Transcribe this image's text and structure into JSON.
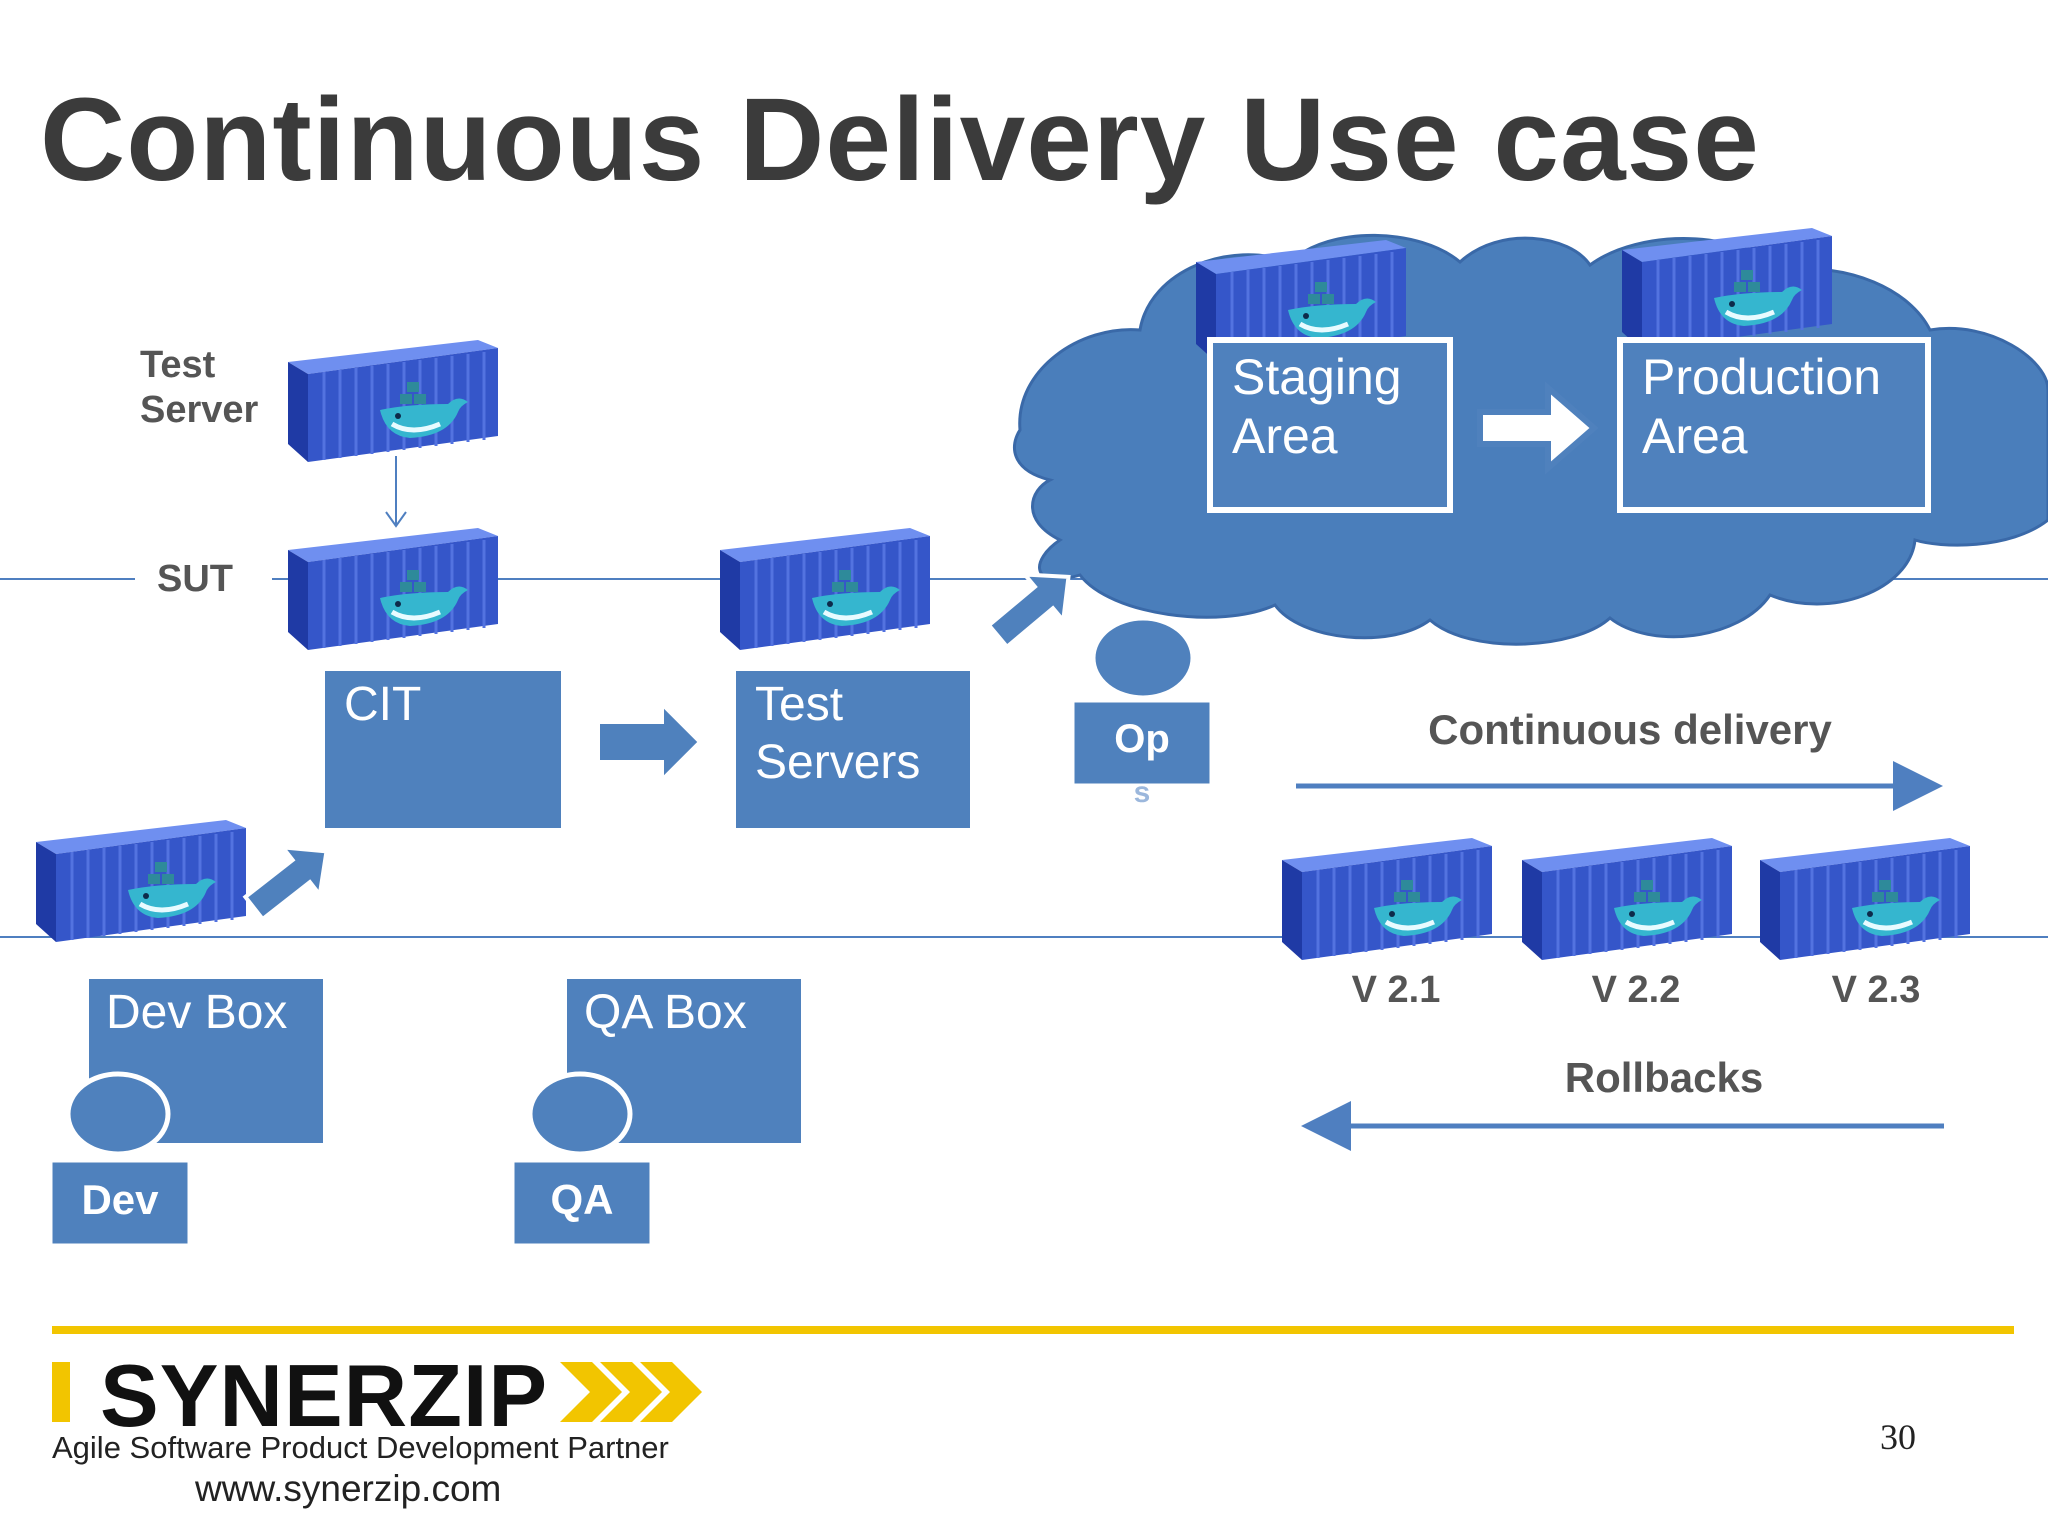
{
  "slide": {
    "title": "Continuous Delivery Use case",
    "page_number": "30"
  },
  "labels": {
    "test_server_line1": "Test",
    "test_server_line2": "Server",
    "sut": "SUT",
    "continuous_delivery": "Continuous delivery",
    "rollbacks": "Rollbacks"
  },
  "boxes": {
    "cit": "CIT",
    "test_servers_line1": "Test",
    "test_servers_line2": "Servers",
    "staging_line1": "Staging",
    "staging_line2": "Area",
    "production_line1": "Production",
    "production_line2": "Area",
    "dev_box": "Dev Box",
    "qa_box": "QA Box"
  },
  "people": {
    "ops_line1": "Op",
    "ops_line2": "s",
    "dev": "Dev",
    "qa": "QA"
  },
  "versions": [
    "V 2.1",
    "V 2.2",
    "V 2.3"
  ],
  "footer": {
    "logo": "SYNERZIP",
    "tagline": "Agile Software Product Development Partner",
    "url": "www.synerzip.com"
  },
  "colors": {
    "box_fill": "#4f81bd",
    "cloud_fill": "#4a7ebb",
    "container": "#3556c9",
    "whale": "#35b6cf",
    "accent_yellow": "#f2c500",
    "line": "#4f7fc0"
  }
}
